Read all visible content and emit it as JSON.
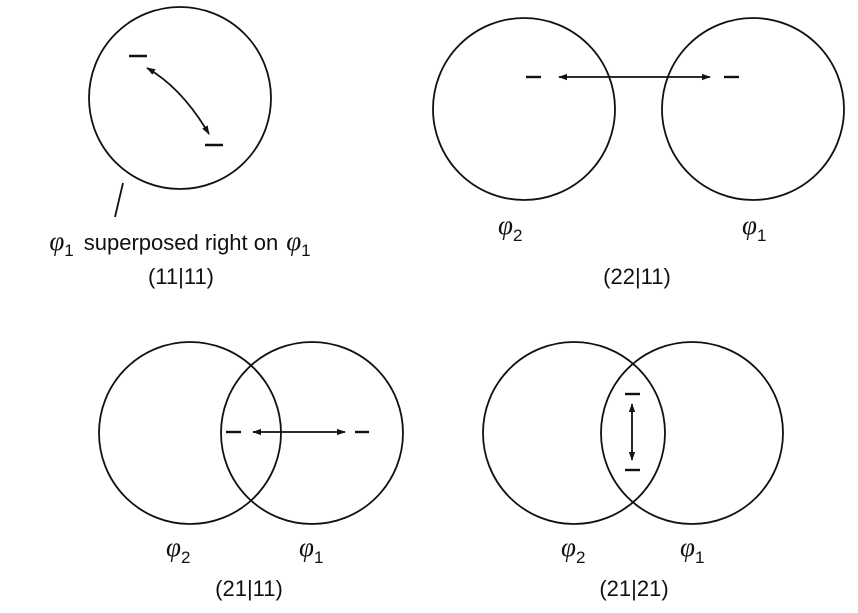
{
  "panels": [
    {
      "id": "11-11",
      "callout_prefix": "superposed right on",
      "phi_a_sub": "1",
      "phi_b_sub": "1",
      "integral": "(11|11)"
    },
    {
      "id": "22-11",
      "left_phi_sub": "2",
      "right_phi_sub": "1",
      "integral": "(22|11)"
    },
    {
      "id": "21-11",
      "left_phi_sub": "2",
      "right_phi_sub": "1",
      "integral": "(21|11)"
    },
    {
      "id": "21-21",
      "left_phi_sub": "2",
      "right_phi_sub": "1",
      "integral": "(21|21)"
    }
  ],
  "symbols": {
    "phi": "φ",
    "charge": "–"
  }
}
